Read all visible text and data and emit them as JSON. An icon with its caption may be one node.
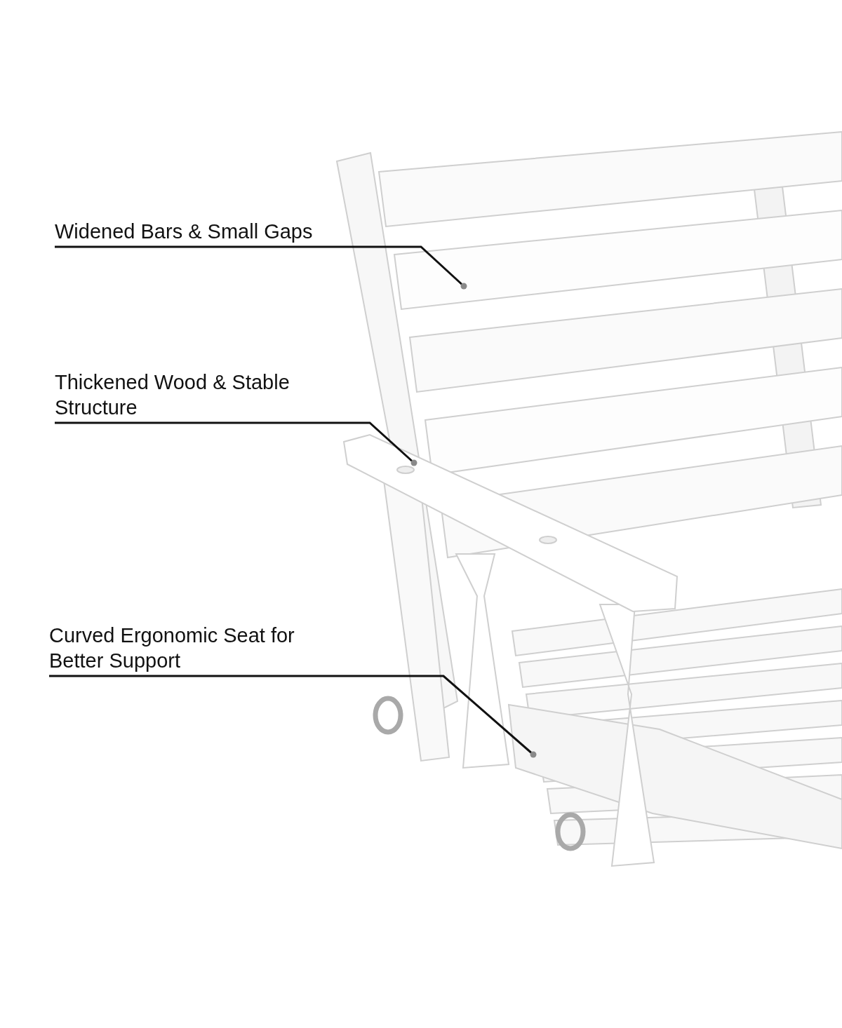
{
  "diagram": {
    "nodes": [
      {
        "text": [
          "Widened Bars & Small Gaps"
        ]
      },
      {
        "text": [
          "Thickened Wood & Stable Structure"
        ]
      },
      {
        "text": [
          "Curved Ergonomic Seat for Better Support"
        ]
      }
    ],
    "edges": [
      {
        "from": 0,
        "to": null,
        "arrow": "other"
      },
      {
        "from": 1,
        "to": null,
        "arrow": "other"
      },
      {
        "from": 2,
        "to": null,
        "arrow": "other"
      }
    ]
  }
}
